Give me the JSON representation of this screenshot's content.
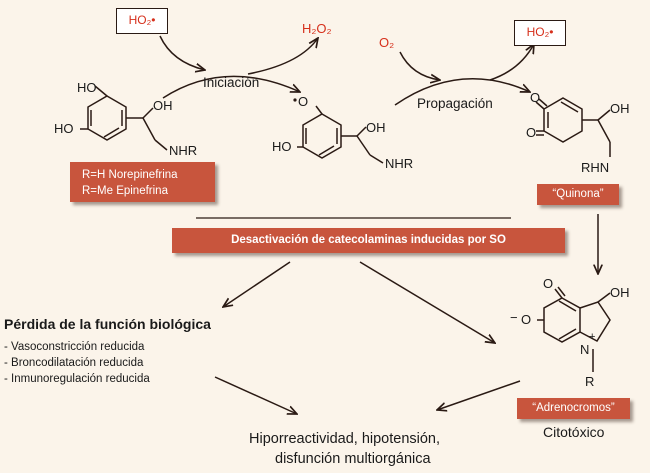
{
  "radicals": {
    "ho2_left": "HO₂•",
    "h2o2": "H₂O₂",
    "o2": "O₂",
    "ho2_right": "HO₂•"
  },
  "steps": {
    "initiation": "Iniciación",
    "propagation": "Propagación"
  },
  "molecule_labels": {
    "catechol_ho_top": "HO",
    "catechol_ho_bottom": "HO",
    "catechol_oh": "OH",
    "catechol_nhr": "NHR",
    "semiquinone_o_radical": "O",
    "semiquinone_ho": "HO",
    "semiquinone_oh": "OH",
    "semiquinone_nhr": "NHR",
    "quinone_o_top": "O",
    "quinone_o_bottom": "O",
    "quinone_oh": "OH",
    "quinone_rhn": "RHN",
    "adreno_o_top": "O",
    "adreno_o_minus": "O",
    "adreno_oh": "OH",
    "adreno_n": "N",
    "adreno_r": "R"
  },
  "catechol_box": {
    "line1": "R=H  Norepinefrina",
    "line2": "R=Me  Epinefrina"
  },
  "quinone_box": "“Quinona”",
  "central_bar": "Desactivación de catecolaminas inducidas por SO",
  "loss_section": {
    "title": "Pérdida de la función biológica",
    "items": [
      "- Vasoconstricción reducida",
      "- Broncodilatación reducida",
      "- Inmunoregulación reducida"
    ]
  },
  "adrenochrome_box": "“Adrenocromos”",
  "adrenochrome_note": "Citotóxico",
  "outcome": {
    "line1": "Hiporreactividad, hipotensión,",
    "line2": "disfunción multiorgánica"
  },
  "colors": {
    "background": "#fbf4ea",
    "accent_box": "#c8553d",
    "red_text": "#d6301c",
    "ink": "#2a1a14"
  }
}
